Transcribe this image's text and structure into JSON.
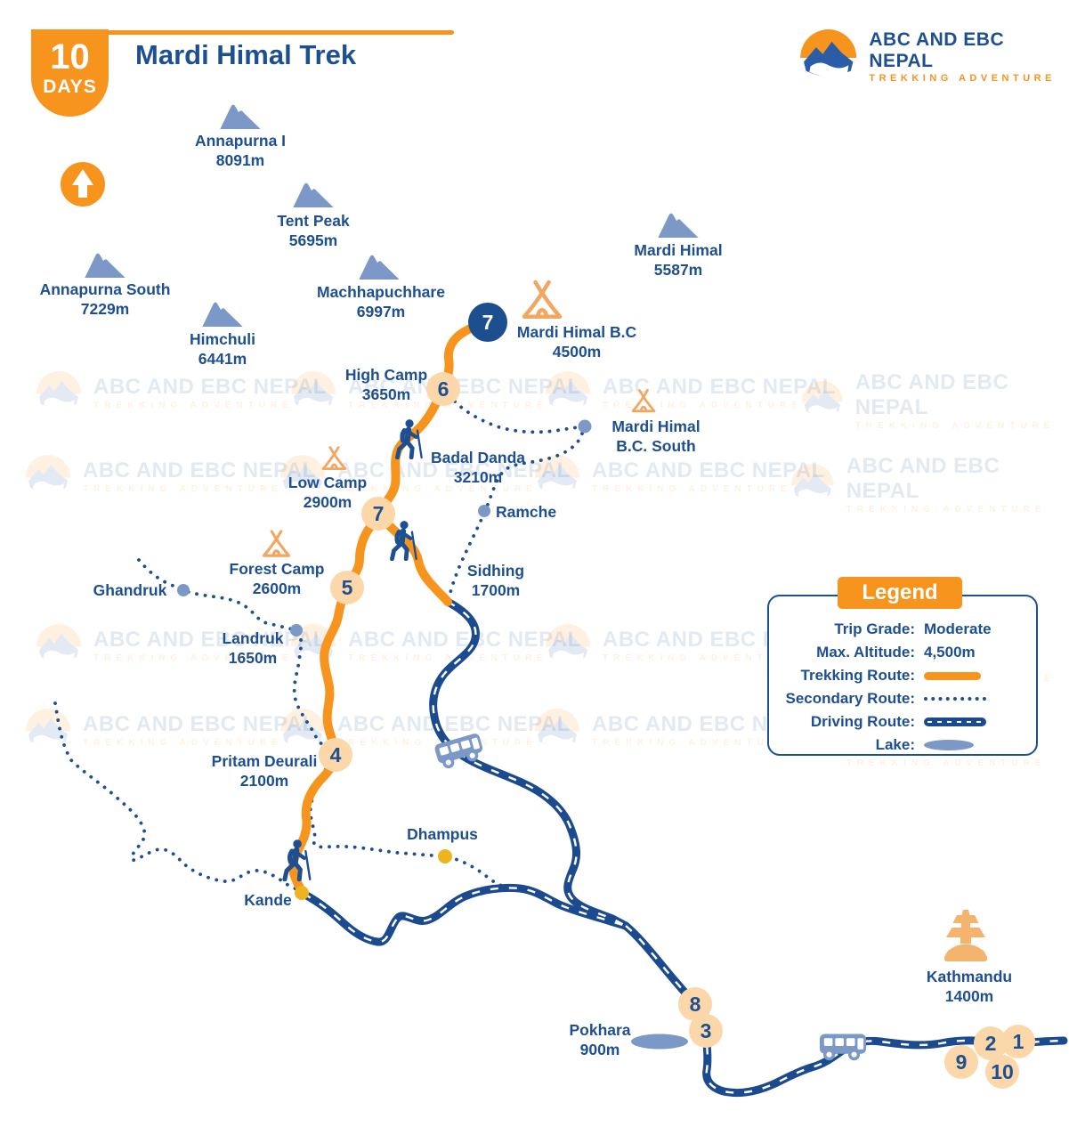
{
  "header": {
    "days_value": "10",
    "days_label": "DAYS",
    "title": "Mardi Himal Trek"
  },
  "logo": {
    "line1": "ABC AND EBC NEPAL",
    "line2": "TREKKING ADVENTURE"
  },
  "watermark": {
    "line1": "ABC AND EBC NEPAL",
    "line2": "TREKKING ADVENTURE"
  },
  "colors": {
    "accent_orange": "#f7941e",
    "dark_blue": "#1d4f91",
    "road_blue": "#1b4a8e",
    "slate_blue": "#7b98c6",
    "stop_fill": "#fbd7a9",
    "tent_orange": "#f2a660"
  },
  "places": {
    "annapurna1": {
      "name": "Annapurna I",
      "elev": "8091m"
    },
    "tent_peak": {
      "name": "Tent Peak",
      "elev": "5695m"
    },
    "machhapuchhare": {
      "name": "Machhapuchhare",
      "elev": "6997m"
    },
    "annapurna_south": {
      "name": "Annapurna South",
      "elev": "7229m"
    },
    "himchuli": {
      "name": "Himchuli",
      "elev": "6441m"
    },
    "mardi_himal": {
      "name": "Mardi Himal",
      "elev": "5587m"
    },
    "mardi_bc": {
      "name": "Mardi Himal B.C",
      "elev": "4500m"
    },
    "high_camp": {
      "name": "High Camp",
      "elev": "3650m"
    },
    "bc_south": {
      "name": "Mardi Himal",
      "elev": "B.C. South"
    },
    "badal_danda": {
      "name": "Badal Danda",
      "elev": "3210m"
    },
    "low_camp": {
      "name": "Low Camp",
      "elev": "2900m"
    },
    "ramche": {
      "name": "Ramche",
      "elev": ""
    },
    "sidhing": {
      "name": "Sidhing",
      "elev": "1700m"
    },
    "forest_camp": {
      "name": "Forest Camp",
      "elev": "2600m"
    },
    "ghandruk": {
      "name": "Ghandruk",
      "elev": ""
    },
    "landruk": {
      "name": "Landruk",
      "elev": "1650m"
    },
    "pritam_deurali": {
      "name": "Pritam Deurali",
      "elev": "2100m"
    },
    "dhampus": {
      "name": "Dhampus",
      "elev": ""
    },
    "kande": {
      "name": "Kande",
      "elev": ""
    },
    "pokhara": {
      "name": "Pokhara",
      "elev": "900m"
    },
    "kathmandu": {
      "name": "Kathmandu",
      "elev": "1400m"
    }
  },
  "stops": {
    "d7": "7",
    "n6": "6",
    "n7": "7",
    "n5": "5",
    "n4": "4",
    "n8": "8",
    "n3": "3",
    "n2": "2",
    "n1": "1",
    "n9": "9",
    "n10": "10"
  },
  "legend": {
    "title": "Legend",
    "trip_grade_label": "Trip Grade:",
    "trip_grade_value": "Moderate",
    "max_altitude_label": "Max. Altitude:",
    "max_altitude_value": "4,500m",
    "trekking_route_label": "Trekking Route:",
    "secondary_route_label": "Secondary Route:",
    "driving_route_label": "Driving Route:",
    "lake_label": "Lake:"
  }
}
